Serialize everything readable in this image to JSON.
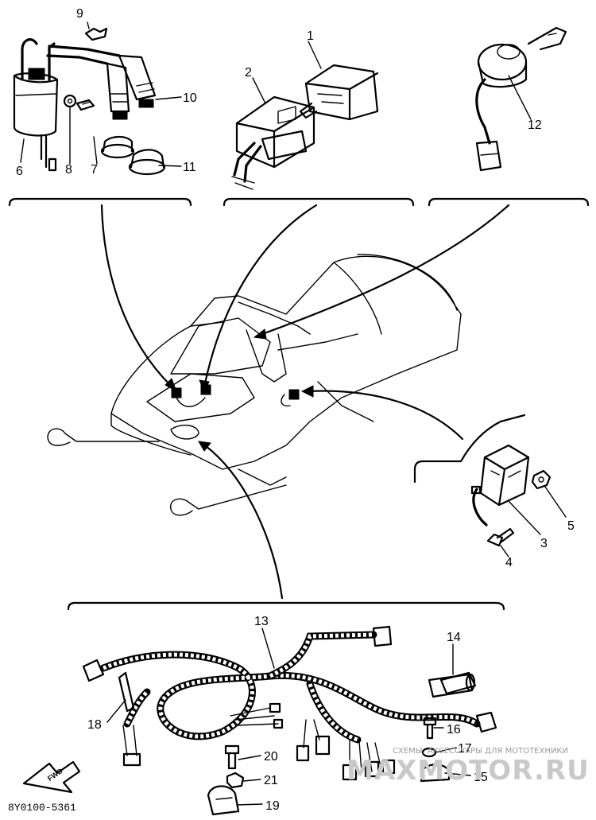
{
  "diagram_id": "8Y0100-5361",
  "fwd_label": "FWD",
  "watermark": {
    "small": "СХЕМЫ, АКСЕССУАРЫ ДЛЯ МОТОТЕХНИКИ",
    "big": "MAXMOTOR.RU"
  },
  "part_labels": {
    "p1": "1",
    "p2": "2",
    "p3": "3",
    "p4": "4",
    "p5": "5",
    "p6": "6",
    "p7": "7",
    "p8": "8",
    "p9": "9",
    "p10": "10",
    "p11": "11",
    "p12": "12",
    "p13": "13",
    "p14": "14",
    "p15": "15",
    "p16": "16",
    "p17": "17",
    "p18": "18",
    "p19": "19",
    "p20": "20",
    "p21": "21"
  }
}
